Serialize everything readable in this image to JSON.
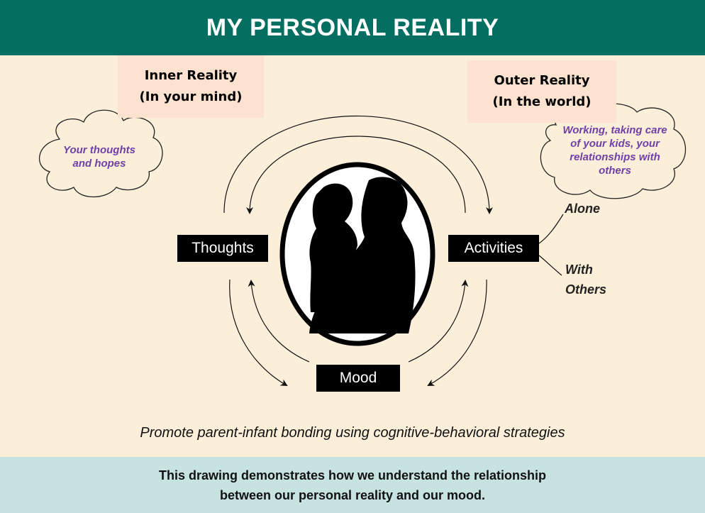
{
  "title": "MY PERSONAL REALITY",
  "inner_reality": {
    "line1": "Inner Reality",
    "line2": "(In your mind)"
  },
  "outer_reality": {
    "line1": "Outer Reality",
    "line2": "(In the world)"
  },
  "thoughts_cloud": {
    "line1": "Your thoughts",
    "line2": "and hopes"
  },
  "activities_cloud": {
    "line1": "Working, taking care",
    "line2": "of your kids, your",
    "line3": "relationships with",
    "line4": "others"
  },
  "nodes": {
    "thoughts": "Thoughts",
    "activities": "Activities",
    "mood": "Mood"
  },
  "branches": {
    "alone": "Alone",
    "with_line1": "With",
    "with_line2": "Others"
  },
  "caption": "Promote parent-infant bonding using cognitive-behavioral strategies",
  "footer": {
    "line1": "This drawing demonstrates how we understand the relationship",
    "line2": "between our personal reality and our mood."
  },
  "colors": {
    "header_bg": "#046f60",
    "page_bg": "#fcefd9",
    "label_bg": "#fde2cf",
    "footer_bg": "#c7e3e1",
    "cloud_text": "#7040a6"
  },
  "icons": {
    "center_image": "parent-child-silhouette"
  }
}
